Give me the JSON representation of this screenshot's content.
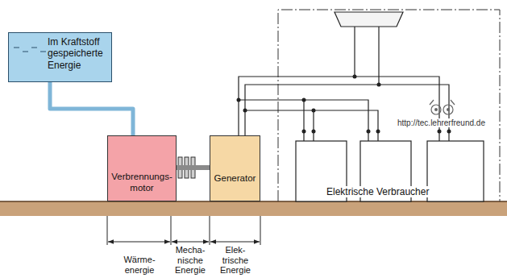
{
  "diagram": {
    "nodes": [
      {
        "text": [
          "Im Kraftstoff gespeicherte Energie"
        ]
      },
      {
        "text": [
          "Verbrennungs- motor"
        ]
      },
      {
        "text": [
          "Generator"
        ]
      }
    ],
    "edges": [
      {
        "from": 0,
        "to": 1,
        "arrow": "none"
      },
      {
        "from": 1,
        "to": 2,
        "arrow": "none"
      }
    ],
    "labels": [
      "Elektrische Verbraucher",
      "Wärme- energie",
      "Mecha- nische Energie",
      "Elek- trische Energie",
      "http://tec.lehrerfreund.de"
    ]
  }
}
